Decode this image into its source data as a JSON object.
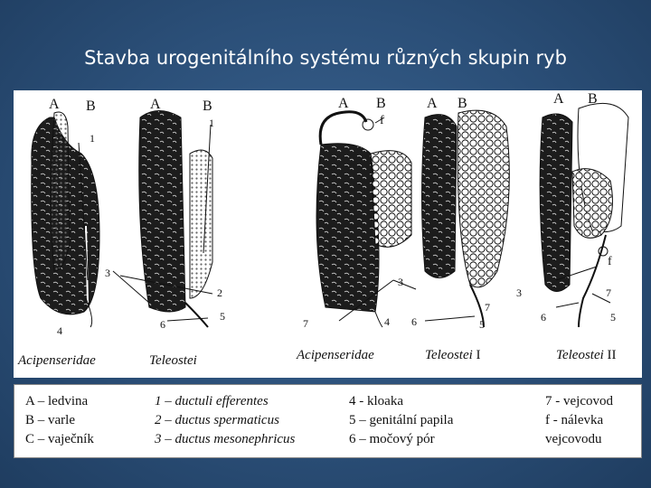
{
  "title": "Stavba urogenitálního systému různých skupin ryb",
  "figure": {
    "part_labels": [
      "A",
      "B",
      "A",
      "B",
      "A",
      "B",
      "A",
      "B",
      "A",
      "B"
    ],
    "number_labels": [
      "1",
      "1",
      "3",
      "2",
      "5",
      "6",
      "4",
      "3",
      "7",
      "4",
      "6",
      "7",
      "5",
      "3",
      "7",
      "6",
      "5"
    ],
    "f_labels": [
      "f",
      "f"
    ],
    "captions": {
      "acipenseridae_1": "Acipenseridae",
      "teleostei_1": "Teleostei",
      "acipenseridae_2": "Acipenseridae",
      "teleostei_2": "Teleostei",
      "teleostei_2_suffix": "I",
      "teleostei_3": "Teleostei",
      "teleostei_3_suffix": "II"
    }
  },
  "legend": {
    "col1": [
      "A – ledvina",
      "B – varle",
      "C – vaječník"
    ],
    "col2": [
      "1 – ductuli efferentes",
      "2 – ductus spermaticus",
      "3 – ductus mesonephricus"
    ],
    "col3": [
      "4 - kloaka",
      "5 – genitální papila",
      "6 – močový pór"
    ],
    "col4": [
      "7 - vejcovod",
      "f - nálevka",
      "vejcovodu"
    ]
  },
  "colors": {
    "background": "#2b4f78",
    "panel": "#ffffff",
    "organ_dark": "#1c1c1c",
    "title_text": "#ffffff"
  }
}
